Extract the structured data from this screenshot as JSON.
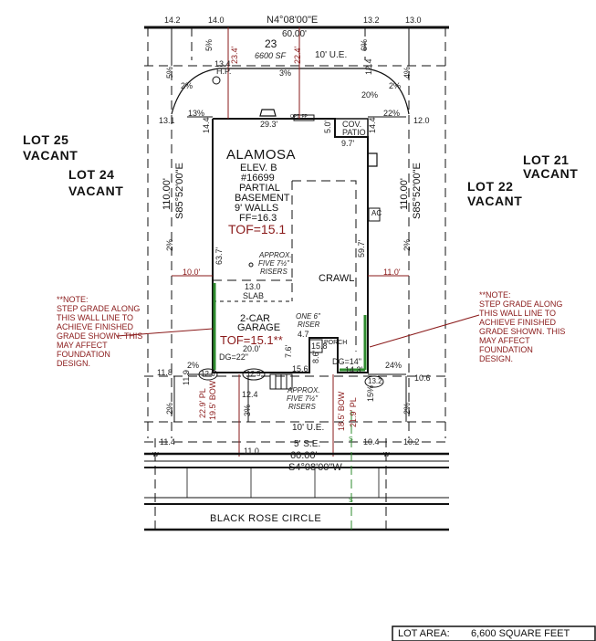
{
  "lot": {
    "number": "23",
    "area_sf": "6600 SF",
    "top_bearing": "N4°08'00\"E",
    "bottom_bearing": "S4°08'00\"W",
    "left_bearing": "S85°52'00\"E",
    "right_bearing": "S85°52'00\"E",
    "frontage_top": "60.00'",
    "frontage_bottom": "60.00'",
    "depth_left": "110.00'",
    "depth_right": "110.00'"
  },
  "neighbors": {
    "lot25": "LOT 25",
    "lot25_status": "VACANT",
    "lot24": "LOT 24",
    "lot24_status": "VACANT",
    "lot21": "LOT 21",
    "lot21_status": "VACANT",
    "lot22": "LOT 22",
    "lot22_status": "VACANT"
  },
  "house": {
    "model": "ALAMOSA",
    "elevation": "ELEV. B",
    "plan_no": "#16699",
    "basement": "PARTIAL",
    "basement2": "BASEMENT",
    "walls": "9' WALLS",
    "ff": "FF=16.3",
    "tof": "TOF=15.1",
    "crawl": "CRAWL",
    "garage": "2-CAR",
    "garage2": "GARAGE",
    "garage_tof": "TOF=15.1**",
    "slab_elev": "13.0",
    "slab": "SLAB",
    "risers_top": "APPROX.",
    "risers_top2": "FIVE 7½\"",
    "risers_top3": "RISERS",
    "one_riser": "ONE 6\"",
    "one_riser2": "RISER",
    "porch_elev_top": "4.7",
    "porch_elev": "15.8",
    "porch": "PORCH",
    "porch_elev_bottom": "15.6",
    "risers_bot": "APPROX.",
    "risers_bot2": "FIVE 7½\"",
    "risers_bot3": "RISERS",
    "cov_patio": "COV.",
    "cov_patio2": "PATIO",
    "patio_depth": "9.7'",
    "patio_side": "5.0'",
    "opt_fp": "OPT. FP",
    "ac": "AC",
    "dg_left": "DG=22\"",
    "dg_right": "DG=14\"",
    "width_bottom_left": "20.0'",
    "width_bottom_right": "14.3'",
    "width_top": "29.3'",
    "side_left": "63.7'",
    "side_right": "59.7'",
    "porch_side": "7.6'",
    "porch_side2": "8.6'"
  },
  "setbacks": {
    "left": "10.0'",
    "right": "11.0'",
    "ue_top": "10' U.E.",
    "ue_bottom": "10' U.E.",
    "se_bottom": "5' S.E.",
    "bow": "19.5' BOW",
    "pl": "22.9' PL",
    "bow2": "18.5' BOW",
    "pl2": "21.9' PL",
    "top_left_red": "23.4'",
    "top_right_red": "22.4'"
  },
  "grades": {
    "g_14_2": "14.2",
    "g_14_0": "14.0",
    "g_13_2": "13.2",
    "g_13_0": "13.0",
    "g_13_4": "13.4",
    "hp": "H.P.",
    "g_12_4": "12.4",
    "g_12_0": "12.0",
    "g_13_1": "13.1",
    "g_14_4": "14.4",
    "g_14_4r": "14.4",
    "g_11_8": "11.8",
    "g_11_9": "11.9",
    "g_12_5": "12.5",
    "g_12_6": "12.6",
    "g_12_4b": "12.4",
    "g_13_2b": "13.2",
    "g_10_6": "10.6",
    "g_11_4": "11.4",
    "g_11_0": "11.0",
    "g_10_4": "10.4",
    "g_10_2": "10.2",
    "slope_5": "5%",
    "slope_6": "6%",
    "slope_5b": "5%",
    "slope_4": "4%",
    "slope_2a": "2%",
    "slope_3": "3%",
    "slope_2b": "2%",
    "slope_13": "13%",
    "slope_20": "20%",
    "slope_22": "22%",
    "slope_2c": "2%",
    "slope_2d": "2%",
    "slope_2e": "2%",
    "slope_2f": "2%",
    "slope_24": "24%",
    "slope_15": "15%",
    "slope_3b": "3%"
  },
  "notes": {
    "left_title": "**NOTE:",
    "left_body": "STEP GRADE ALONG THIS WALL LINE TO ACHIEVE FINISHED GRADE SHOWN. THIS MAY AFFECT FOUNDATION DESIGN.",
    "right_title": "**NOTE:",
    "right_body": "STEP GRADE ALONG THIS WALL LINE TO ACHIEVE FINISHED GRADE SHOWN. THIS MAY AFFECT FOUNDATION DESIGN."
  },
  "street": {
    "name": "BLACK ROSE CIRCLE",
    "water_mark": "W",
    "sewer_mark": "S"
  },
  "footer": {
    "lot_area_label": "LOT AREA:",
    "lot_area_value": "6,600 SQUARE FEET"
  },
  "colors": {
    "line": "#111111",
    "red": "#8a1a1a",
    "green": "#2e8b2e"
  }
}
